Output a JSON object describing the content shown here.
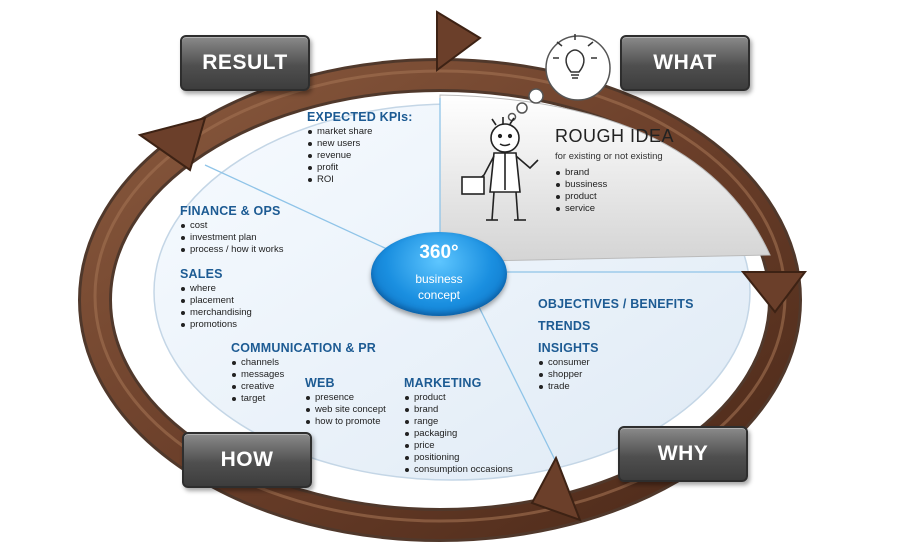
{
  "tags": {
    "result": "RESULT",
    "what": "WHAT",
    "why": "WHY",
    "how": "HOW"
  },
  "center": {
    "number": "360°",
    "line1": "business",
    "line2": "concept"
  },
  "rough_idea": {
    "title": "ROUGH IDEA",
    "subtitle": "for existing or not existing",
    "items": [
      "brand",
      "bussiness",
      "product",
      "service"
    ]
  },
  "expected_kpis": {
    "title": "EXPECTED KPIs:",
    "items": [
      "market share",
      "new users",
      "revenue",
      "profit",
      "ROI"
    ]
  },
  "finance_ops": {
    "title": "FINANCE & OPS",
    "items": [
      "cost",
      "investment plan",
      "process / how it works"
    ]
  },
  "sales": {
    "title": "SALES",
    "items": [
      "where",
      "placement",
      "merchandising",
      "promotions"
    ]
  },
  "communication": {
    "title": "COMMUNICATION & PR",
    "items": [
      "channels",
      "messages",
      "creative",
      "target"
    ]
  },
  "web": {
    "title": "WEB",
    "items": [
      "presence",
      "web site concept",
      "how to promote"
    ]
  },
  "marketing": {
    "title": "MARKETING",
    "items": [
      "product",
      "brand",
      "range",
      "packaging",
      "price",
      "positioning",
      "consumption occasions"
    ]
  },
  "why_section": {
    "objectives": "OBJECTIVES / BENEFITS",
    "trends": "TRENDS",
    "insights": "INSIGHTS",
    "insight_items": [
      "consumer",
      "shopper",
      "trade"
    ]
  },
  "colors": {
    "arrow": "#6b3f2a",
    "heading": "#1d5b93",
    "hub": "#1a8fe0",
    "ellipse_fill": "#eef5fb"
  },
  "icons": [
    "lightbulb-icon",
    "businessman-figure-icon"
  ]
}
